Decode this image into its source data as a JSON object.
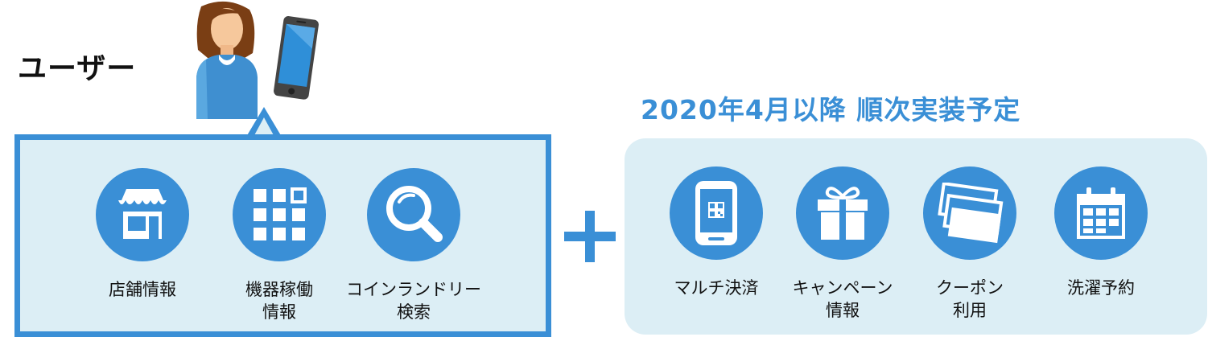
{
  "user": {
    "label": "ユーザー"
  },
  "current_features": [
    {
      "label": "店舗情報",
      "icon": "storefront-icon"
    },
    {
      "label": "機器稼働\n情報",
      "icon": "grid-icon"
    },
    {
      "label": "コインランドリー\n検索",
      "icon": "search-icon"
    }
  ],
  "plus_icon": "plus-icon",
  "planned": {
    "title": "2020年4月以降 順次実装予定",
    "features": [
      {
        "label": "マルチ決済",
        "icon": "smartphone-qr-icon"
      },
      {
        "label": "キャンペーン\n情報",
        "icon": "gift-icon"
      },
      {
        "label": "クーポン\n利用",
        "icon": "coupon-icon"
      },
      {
        "label": "洗濯予約",
        "icon": "calendar-icon"
      }
    ]
  },
  "colors": {
    "accent": "#3a8fd6",
    "panel_bg": "#dceef5",
    "text": "#111111"
  }
}
